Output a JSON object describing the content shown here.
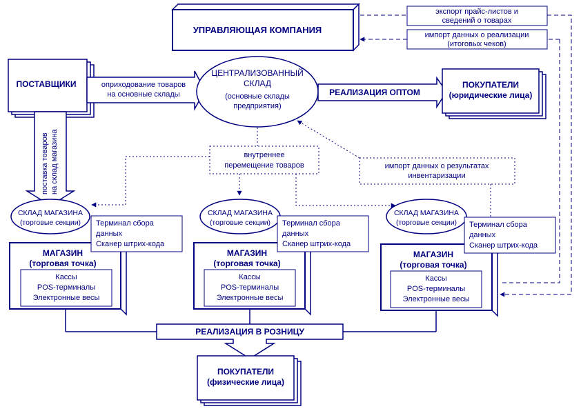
{
  "management_company": "УПРАВЛЯЮЩАЯ КОМПАНИЯ",
  "export_label": [
    "экспорт прайс-листов и",
    "сведений о товарах"
  ],
  "import_sales_label": [
    "импорт данных о реализации",
    "(итоговых чеков)"
  ],
  "suppliers": "ПОСТАВЩИКИ",
  "receipt_label": [
    "оприходование товаров",
    "на основные склады"
  ],
  "central_warehouse": [
    "ЦЕНТРАЛИЗОВАННЫЙ",
    "СКЛАД",
    "(основные склады",
    "предприятия)"
  ],
  "wholesale_label": "РЕАЛИЗАЦИЯ ОПТОМ",
  "buyers_legal": [
    "ПОКУПАТЕЛИ",
    "(юридические лица)"
  ],
  "supply_store_label": [
    "поставка товаров",
    "на склад магазина"
  ],
  "internal_transfer_label": [
    "внутреннее",
    "перемещение товаров"
  ],
  "inventory_import_label": [
    "импорт данных о результатах",
    "инвентаризации"
  ],
  "store_warehouse": [
    "СКЛАД МАГАЗИНА",
    "(торговые секции)"
  ],
  "terminal": [
    "Терминал сбора",
    "данных",
    "Сканер штрих-кода"
  ],
  "store": [
    "МАГАЗИН",
    "(торговая точка)"
  ],
  "store_equipment": [
    "Кассы",
    "POS-терминалы",
    "Электронные весы"
  ],
  "retail_label": "РЕАЛИЗАЦИЯ В РОЗНИЦУ",
  "buyers_individual": [
    "ПОКУПАТЕЛИ",
    "(физические лица)"
  ],
  "colors": {
    "primary": "#000080",
    "background": "#ffffff"
  }
}
